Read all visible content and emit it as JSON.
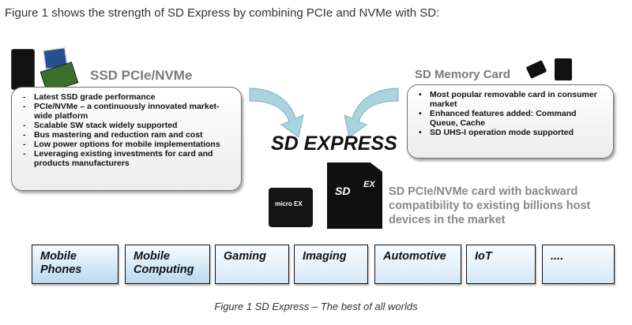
{
  "intro_text": "Figure 1 shows the strength of SD Express by combining PCIe and NVMe with SD:",
  "left_panel": {
    "title": "SSD PCIe/NVMe",
    "items": [
      "Latest SSD grade performance",
      "PCIe/NVMe – a continuously innovated market-wide platform",
      "Scalable SW stack widely supported",
      "Bus mastering and reduction ram and cost",
      "Low power options for mobile implementations",
      "Leveraging existing investments for card and products manufacturers"
    ]
  },
  "right_panel": {
    "title": "SD Memory Card",
    "items": [
      "Most popular removable card in consumer market",
      "Enhanced features added: Command Queue, Cache",
      "SD UHS-I operation mode supported"
    ]
  },
  "center_logo": "SD EXPRESS",
  "card_text": {
    "micro": "micro EX",
    "big_logo": "SD",
    "big_ex": "EX"
  },
  "compat_text": "SD PCIe/NVMe card with backward compatibility to existing billions host devices in the market",
  "segments": [
    {
      "label": "Mobile\nPhones"
    },
    {
      "label": "Mobile\nComputing"
    },
    {
      "label": "Gaming"
    },
    {
      "label": "Imaging"
    },
    {
      "label": "Automotive"
    },
    {
      "label": "IoT"
    },
    {
      "label": "...."
    }
  ],
  "caption": "Figure 1  SD Express – The best of all worlds",
  "colors": {
    "arrow": "#a9d3dd",
    "button_top": "#f7fbff",
    "button_bottom": "#b9d9f0"
  }
}
